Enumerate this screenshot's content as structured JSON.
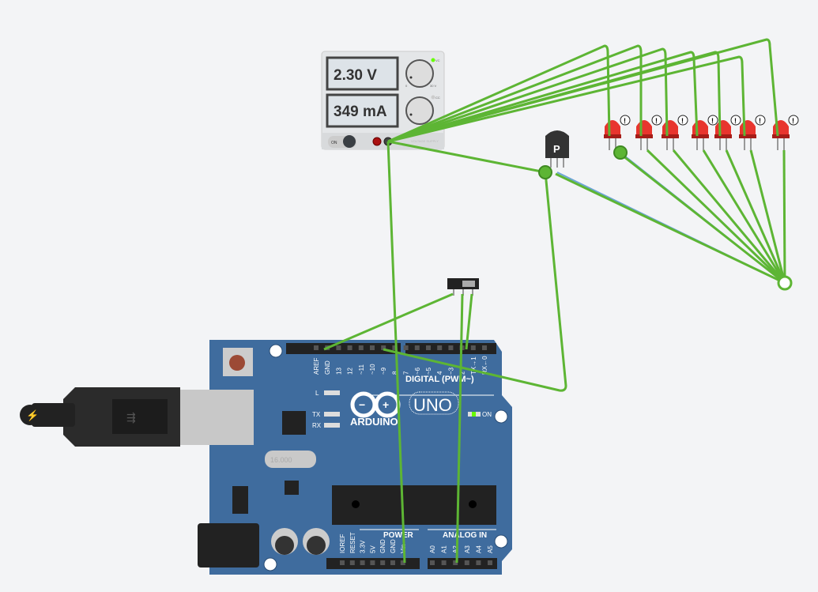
{
  "power_supply": {
    "voltage": "2.30 V",
    "current": "349 mA",
    "on_label": "ON",
    "cv_label": "VC",
    "cc_label": "CC",
    "knob_min": "0",
    "knob_max": "30 V",
    "brand": "VOLTAGE SUPPLY"
  },
  "transistor": {
    "label": "P"
  },
  "led_warning": "!",
  "arduino": {
    "brand": "ARDUINO",
    "model": "UNO",
    "digital_label": "DIGITAL (PWM~)",
    "power_label": "POWER",
    "analog_label": "ANALOG IN",
    "on_label": "ON",
    "l_label": "L",
    "tx_label": "TX",
    "rx_label": "RX",
    "digital_pins": [
      "AREF",
      "GND",
      "13",
      "12",
      "~11",
      "~10",
      "~9",
      "8",
      "7",
      "~6",
      "~5",
      "4",
      "~3",
      "2",
      "TX→1",
      "RX←0"
    ],
    "power_pins": [
      "IOREF",
      "RESET",
      "3.3V",
      "5V",
      "GND",
      "GND",
      "Vin"
    ],
    "analog_pins": [
      "A0",
      "A1",
      "A2",
      "A3",
      "A4",
      "A5"
    ],
    "crystal": "16.000"
  },
  "colors": {
    "wire": "#5db534",
    "board": "#3d6aa0",
    "led": "#e8352e",
    "background": "#f3f4f6"
  }
}
